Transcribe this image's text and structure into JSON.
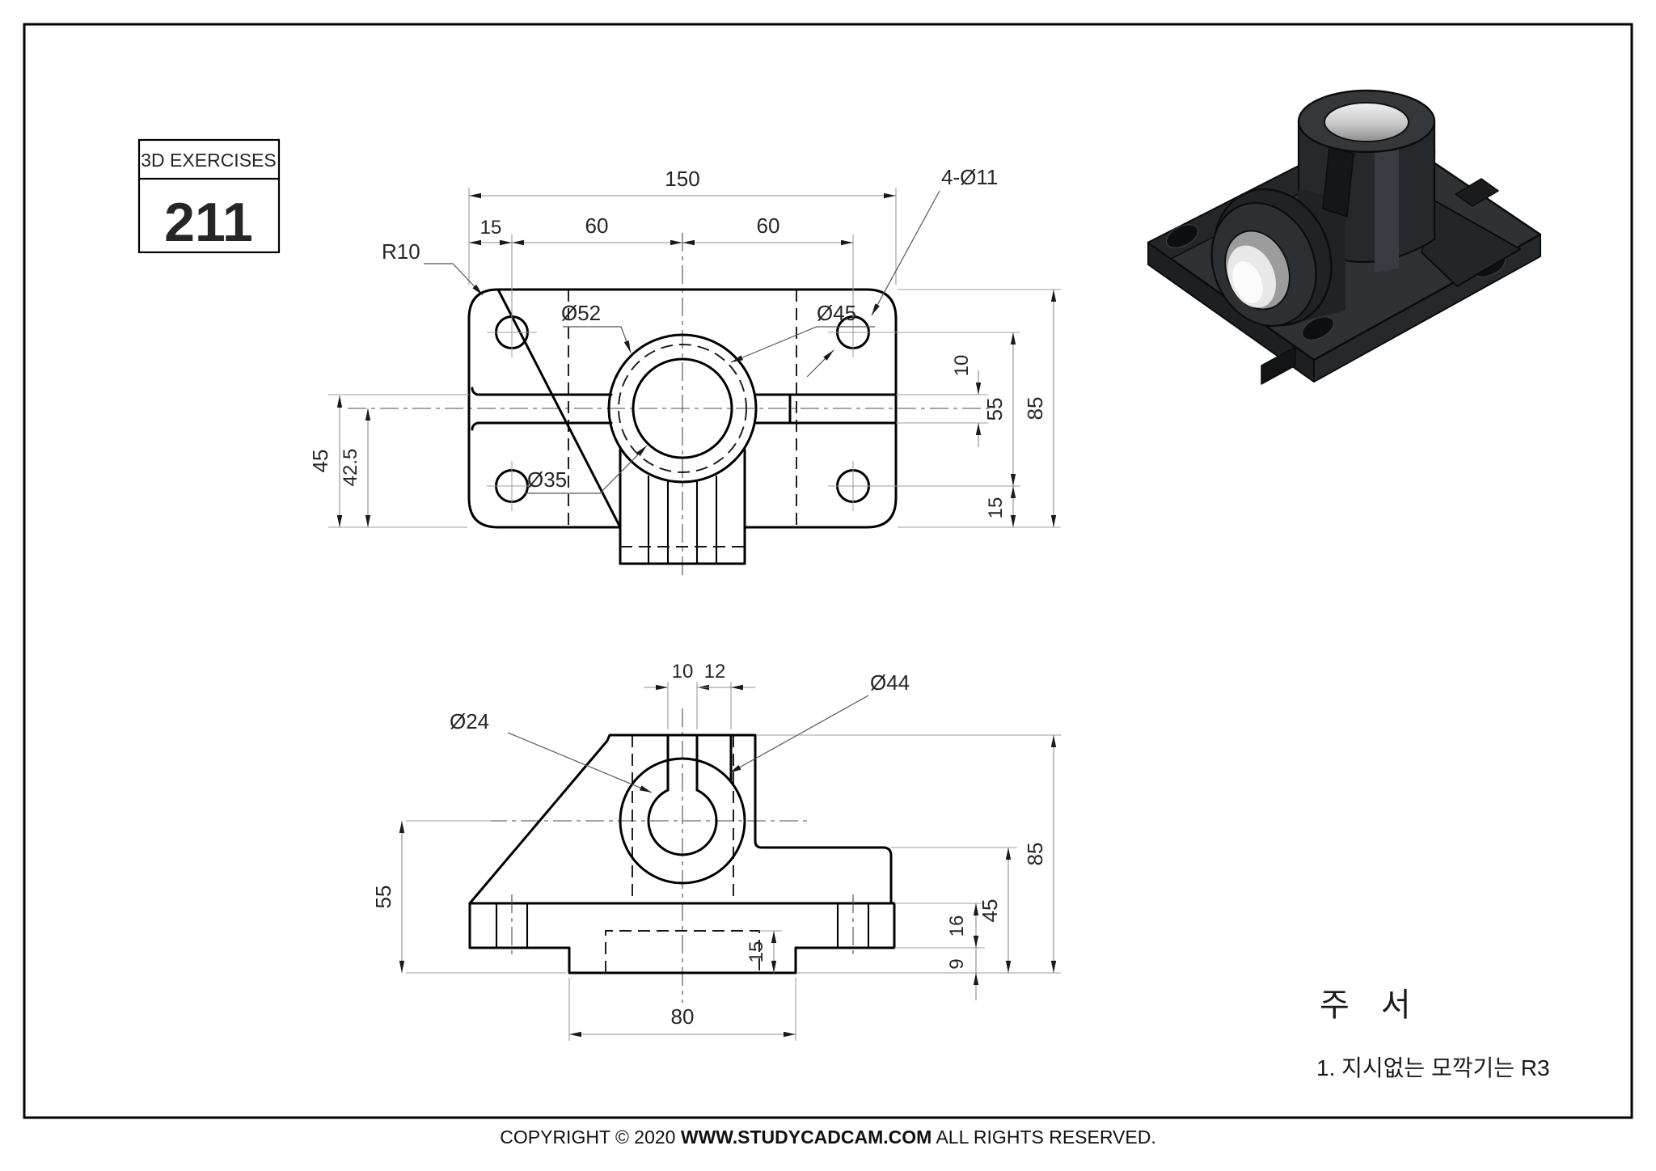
{
  "badge": {
    "label": "3D EXERCISES",
    "number": "211"
  },
  "top_view": {
    "dims": {
      "total_width": "150",
      "edge_to_hole": "15",
      "pitch_left": "60",
      "pitch_right": "60",
      "corner_radius": "R10",
      "holes_callout": "4-Ø11",
      "boss_outer": "Ø52",
      "boss_mid": "Ø45",
      "boss_inner": "Ø35",
      "slot_width": "10",
      "row_pitch": "55",
      "total_height": "85",
      "bottom_offset": "15",
      "center_from_bottom_a": "45",
      "center_from_bottom_b": "42.5"
    }
  },
  "front_view": {
    "dims": {
      "slot_width": "10",
      "rib_width": "12",
      "bore": "Ø24",
      "cylinder": "Ø44",
      "center_height": "55",
      "base_width": "80",
      "pocket_depth": "15",
      "flange_thickness": "16",
      "foot_height": "9",
      "step_height": "45",
      "total_height": "85"
    }
  },
  "notes": {
    "title": "주  서",
    "item1": "1. 지시없는 모깍기는 R3"
  },
  "footer": {
    "pre": "COPYRIGHT © 2020 ",
    "brand": "WWW.STUDYCADCAM.COM",
    "post": " ALL RIGHTS RESERVED."
  },
  "colors": {
    "drawing_line": "#000000",
    "dimension_line": "#8c8c8c",
    "body_3d": "#2b2f32",
    "bore_highlight": "#e8e8e8"
  }
}
